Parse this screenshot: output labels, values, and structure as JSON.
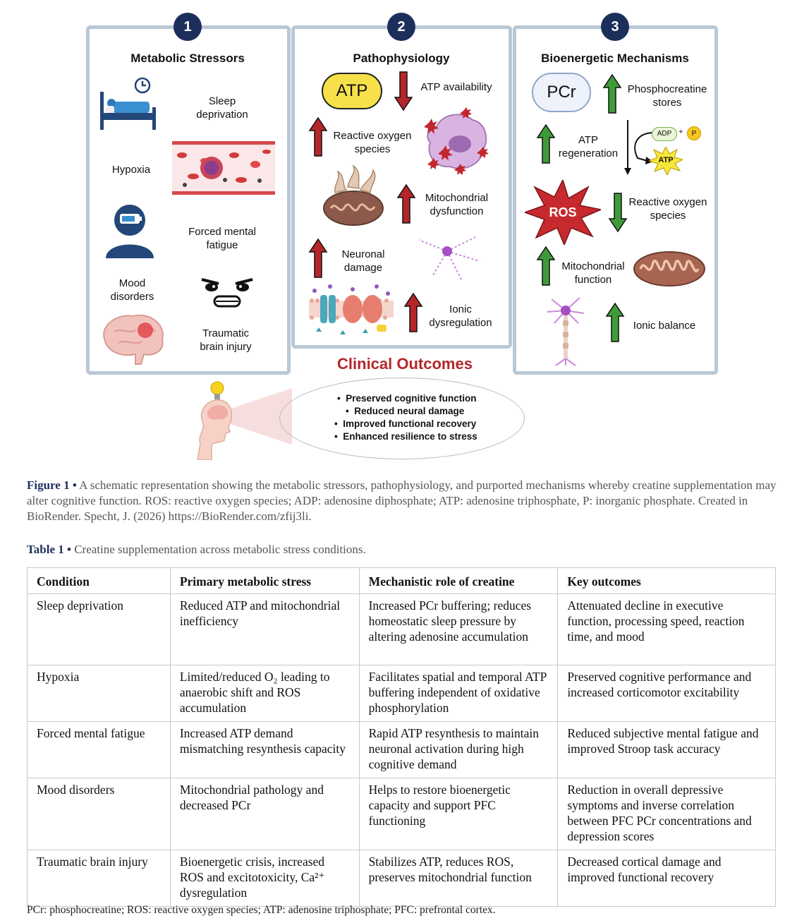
{
  "figure": {
    "panel1": {
      "number": "1",
      "title": "Metabolic Stressors",
      "labels": [
        "Sleep\ndeprivation",
        "Hypoxia",
        "Forced mental\nfatigue",
        "Mood\ndisorders",
        "Traumatic\nbrain injury"
      ]
    },
    "panel2": {
      "number": "2",
      "title": "Pathophysiology",
      "atp": "ATP",
      "labels": [
        "ATP availability",
        "Reactive oxygen\nspecies",
        "Mitochondrial\ndysfunction",
        "Neuronal\ndamage",
        "Ionic\ndysregulation"
      ]
    },
    "panel3": {
      "number": "3",
      "title": "Bioenergetic Mechanisms",
      "pcr": "PCr",
      "ros": "ROS",
      "adp": "ADP",
      "plus": "+",
      "p": "P",
      "atp_small": "ATP",
      "labels": [
        "Phosphocreatine\nstores",
        "ATP\nregeneration",
        "Reactive oxygen\nspecies",
        "Mitochondrial\nfunction",
        "Ionic balance"
      ]
    },
    "clinical": {
      "title": "Clinical Outcomes",
      "items": [
        "Preserved cognitive function",
        "Reduced neural damage",
        "Improved functional recovery",
        "Enhanced resilience to stress"
      ]
    }
  },
  "caption": {
    "label": "Figure 1 •",
    "text": "A schematic representation showing the metabolic stressors, pathophysiology, and purported mechanisms whereby creatine supplementation may alter cognitive function. ROS: reactive oxygen species; ADP: adenosine diphosphate; ATP: adenosine triphosphate, P: inorganic phosphate. Created in BioRender. Specht, J. (2026) https://BioRender.com/zfij3li."
  },
  "table": {
    "label": "Table 1 •",
    "caption": "Creatine supplementation across metabolic stress conditions.",
    "headers": [
      "Condition",
      "Primary metabolic stress",
      "Mechanistic role of creatine",
      "Key outcomes"
    ],
    "rows": [
      [
        "Sleep deprivation",
        "Reduced ATP and mitochondrial inefficiency",
        "Increased PCr buffering; reduces homeostatic sleep pressure by altering adenosine accumulation",
        "Attenuated decline in executive function, processing speed, reaction time, and mood"
      ],
      [
        "Hypoxia",
        "Limited/reduced O₂ leading to anaerobic shift and ROS accumulation",
        "Facilitates spatial and temporal ATP buffering independent of oxidative phosphorylation",
        "Preserved cognitive performance and increased corticomotor excitability"
      ],
      [
        "Forced mental fatigue",
        "Increased ATP demand mismatching resynthesis capacity",
        "Rapid ATP resynthesis to maintain neuronal activation during high cognitive demand",
        "Reduced subjective mental fatigue and improved Stroop task accuracy"
      ],
      [
        "Mood disorders",
        "Mitochondrial pathology and decreased PCr",
        "Helps to restore bioenergetic capacity and support PFC functioning",
        "Reduction in overall depressive symptoms and inverse correlation between PFC PCr concentrations and depression scores"
      ],
      [
        "Traumatic brain injury",
        "Bioenergetic crisis, increased ROS and excitotoxicity, Ca²⁺ dysregulation",
        "Stabilizes ATP, reduces ROS, preserves mitochondrial function",
        "Decreased cortical damage and improved functional recovery"
      ]
    ],
    "footnote": "PCr: phosphocreatine; ROS: reactive oxygen species; ATP: adenosine triphosphate; PFC: prefrontal cortex."
  },
  "colors": {
    "navy": "#1c2f5b",
    "panel_border": "#b9c8d6",
    "up_red": "#b5262b",
    "up_green": "#3f9b3a"
  }
}
